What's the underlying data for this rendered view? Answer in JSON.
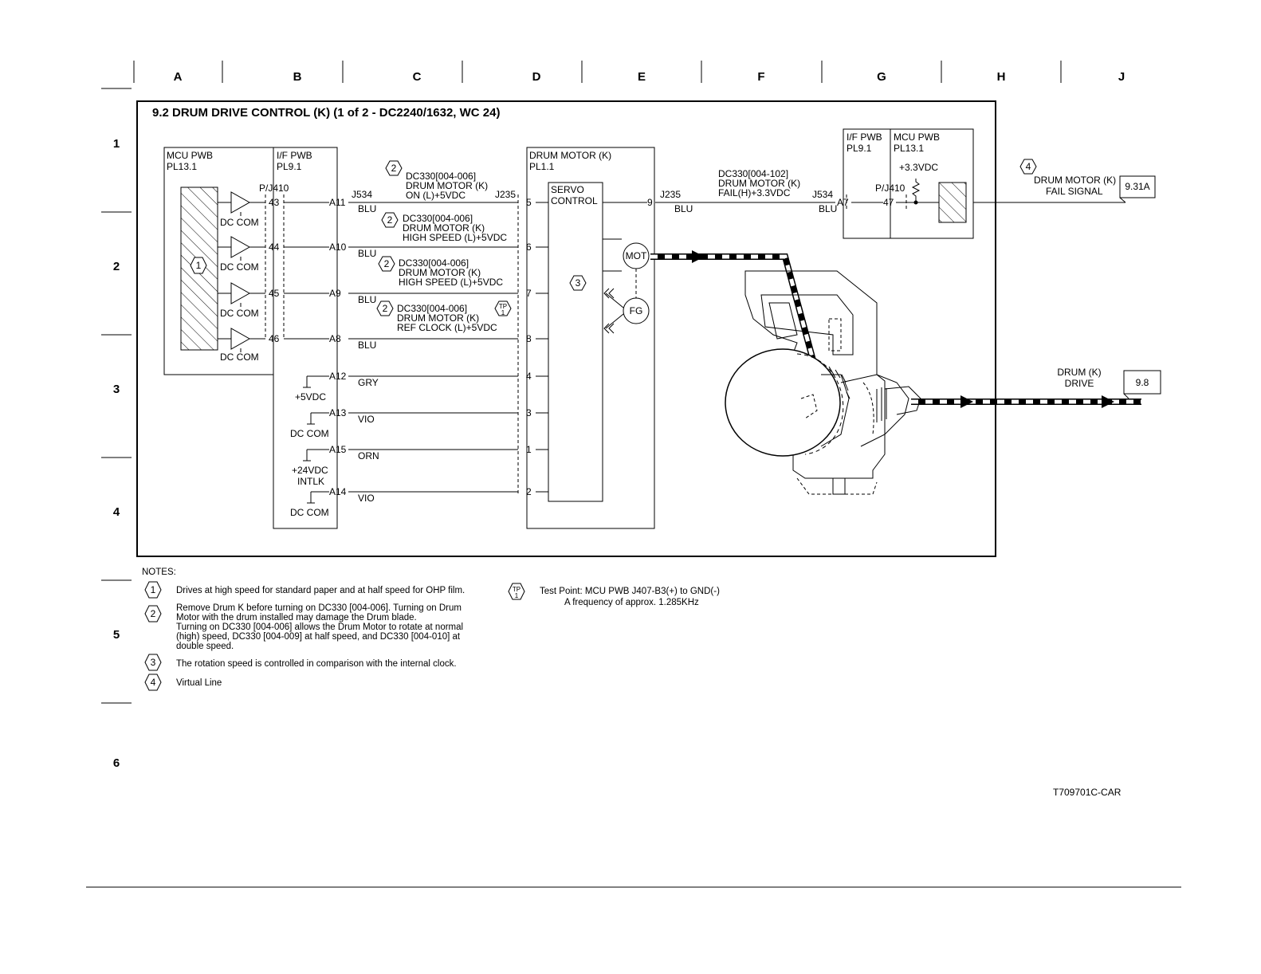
{
  "grid": {
    "columns": [
      "A",
      "B",
      "C",
      "D",
      "E",
      "F",
      "G",
      "H",
      "J"
    ],
    "rows": [
      "1",
      "2",
      "3",
      "4",
      "5",
      "6"
    ]
  },
  "title": "9.2 DRUM DRIVE CONTROL (K) (1 of 2 - DC2240/1632, WC 24)",
  "mcu_box": {
    "name": "MCU PWB",
    "pl": "PL13.1",
    "note_ref": "1"
  },
  "if_box": {
    "name": "I/F PWB",
    "pl": "PL9.1",
    "connector": "P/J410"
  },
  "drivers": [
    {
      "pin": "43",
      "label": "DC COM"
    },
    {
      "pin": "44",
      "label": "DC COM"
    },
    {
      "pin": "45",
      "label": "DC COM"
    },
    {
      "pin": "46",
      "label": "DC COM"
    }
  ],
  "connectors": {
    "j534": "J534",
    "j235": "J235"
  },
  "signals": [
    {
      "pin_a": "A11",
      "color": "BLU",
      "pin_m": "5",
      "note": "2",
      "lines": [
        "DC330[004-006]",
        "DRUM MOTOR (K)",
        "ON (L)+5VDC"
      ]
    },
    {
      "pin_a": "A10",
      "color": "BLU",
      "pin_m": "6",
      "note": "2",
      "lines": [
        "DC330[004-006]",
        "DRUM MOTOR (K)",
        "HIGH SPEED (L)+5VDC"
      ]
    },
    {
      "pin_a": "A9",
      "color": "BLU",
      "pin_m": "7",
      "note": "2",
      "lines": [
        "DC330[004-006]",
        "DRUM MOTOR (K)",
        "HIGH SPEED (L)+5VDC"
      ]
    },
    {
      "pin_a": "A8",
      "color": "BLU",
      "pin_m": "8",
      "note": "2",
      "lines": [
        "DC330[004-006]",
        "DRUM MOTOR (K)",
        "REF CLOCK (L)+5VDC"
      ]
    }
  ],
  "power": [
    {
      "pin_a": "A12",
      "color": "GRY",
      "pin_m": "4",
      "label_lines": [
        "+5VDC"
      ]
    },
    {
      "pin_a": "A13",
      "color": "VIO",
      "pin_m": "3",
      "label_lines": [
        "DC COM"
      ]
    },
    {
      "pin_a": "A15",
      "color": "ORN",
      "pin_m": "1",
      "label_lines": [
        "+24VDC",
        "INTLK"
      ]
    },
    {
      "pin_a": "A14",
      "color": "VIO",
      "pin_m": "2",
      "label_lines": [
        "DC COM"
      ]
    }
  ],
  "test_point": {
    "top": "TP",
    "bottom": "1"
  },
  "motor_box": {
    "name": "DRUM MOTOR (K)",
    "pl": "PL1.1",
    "servo_lines": [
      "SERVO",
      "CONTROL"
    ],
    "note_ref": "3",
    "mot": "MOT",
    "fg": "FG"
  },
  "fail_signal": {
    "motor_pin": "9",
    "j235": "J235",
    "color_left": "BLU",
    "lines": [
      "DC330[004-102]",
      "DRUM MOTOR (K)",
      "FAIL(H)+3.3VDC"
    ],
    "j534": "J534",
    "color_right": "BLU",
    "pin_a": "A7",
    "pin_p": "47",
    "pj": "P/J410"
  },
  "if_box2": {
    "name": "I/F PWB",
    "pl": "PL9.1"
  },
  "mcu_box2": {
    "name": "MCU PWB",
    "pl": "PL13.1",
    "vdc": "+3.3VDC"
  },
  "virtual_fail": {
    "note_ref": "4",
    "lines": [
      "DRUM MOTOR (K)",
      "FAIL SIGNAL"
    ],
    "ref": "9.31A"
  },
  "drum_drive": {
    "lines": [
      "DRUM (K)",
      "DRIVE"
    ],
    "ref": "9.8"
  },
  "notes": {
    "heading": "NOTES:",
    "items": [
      {
        "num": "1",
        "lines": [
          "Drives at high speed for standard paper and at half speed for OHP film."
        ]
      },
      {
        "num": "2",
        "lines": [
          "Remove Drum K before turning on DC330 [004-006].  Turning on      Drum",
          "Motor with the drum installed may damage the Drum blade.",
          "Turning on DC330 [004-006] allows the Drum Motor to rotate at normal",
          "(high) speed, DC330 [004-009] at half speed, and DC330 [004-010] at",
          "double speed."
        ]
      },
      {
        "num": "3",
        "lines": [
          "The rotation speed is controlled in comparison with the internal clock."
        ]
      },
      {
        "num": "4",
        "lines": [
          "Virtual Line"
        ]
      }
    ],
    "tp_note": {
      "top": "TP",
      "bottom": "1",
      "lines": [
        "Test Point: MCU PWB J407-B3(+) to GND(-)",
        "A frequency of approx. 1.285KHz"
      ]
    }
  },
  "footer_code": "T709701C-CAR"
}
